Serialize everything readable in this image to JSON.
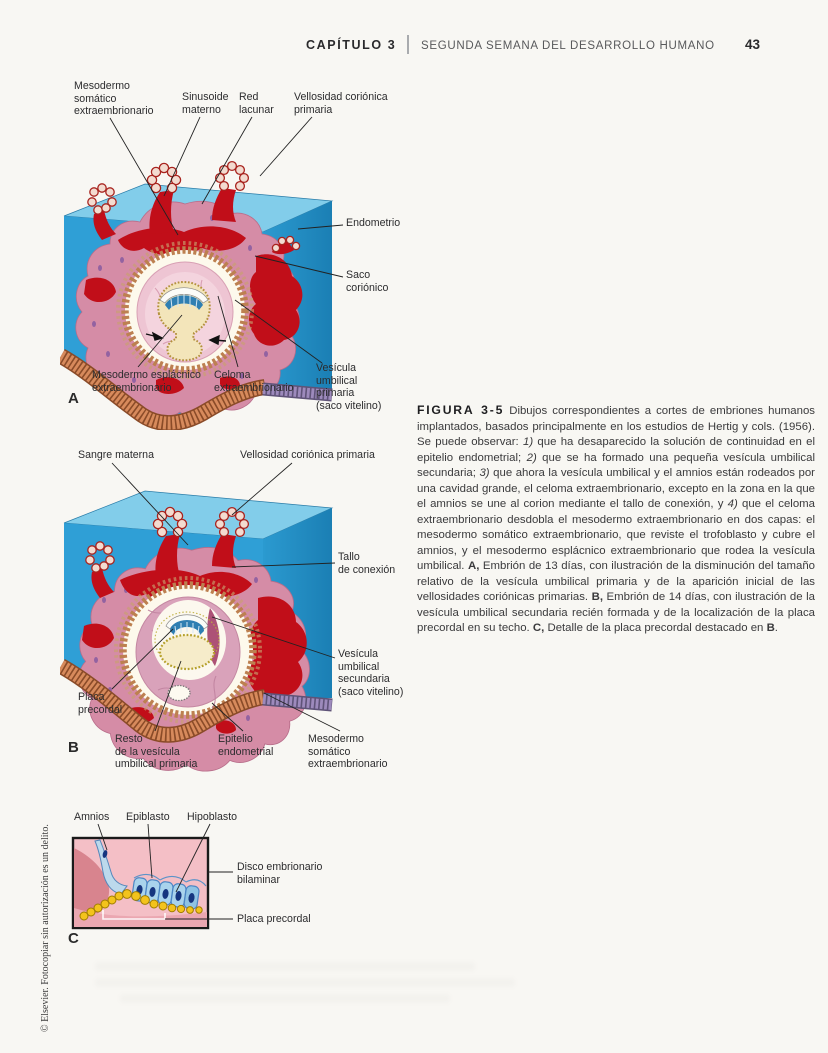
{
  "header": {
    "chapter": "CAPÍTULO 3",
    "title": "SEGUNDA SEMANA DEL DESARROLLO HUMANO",
    "page_number": "43"
  },
  "figure_a": {
    "letter": "A",
    "labels": {
      "mesodermo_somatico": "Mesodermo\nsomático\nextraembrionario",
      "sinusoide_materno": "Sinusoide\nmaterno",
      "red_lacunar": "Red\nlacunar",
      "vellosidad_corionica": "Vellosidad coriónica\nprimaria",
      "endometrio": "Endometrio",
      "saco_corionico": "Saco\ncoriónico",
      "mesodermo_esplacnico": "Mesodermo esplácnico\nextraembrionario",
      "celoma": "Celoma\nextraembrionario",
      "vesicula_primaria": "Vesícula\numbilical\nprimaria\n(saco vitelino)"
    }
  },
  "figure_b": {
    "letter": "B",
    "labels": {
      "sangre_materna": "Sangre materna",
      "vellosidad_corionica": "Vellosidad coriónica primaria",
      "tallo_conexion": "Tallo\nde conexión",
      "vesicula_secundaria": "Vesícula\numbilical\nsecundaria\n(saco vitelino)",
      "placa_precordal": "Placa\nprecordal",
      "resto_vesicula": "Resto\nde la vesícula\numbilical primaria",
      "epitelio_endometrial": "Epitelio\nendometrial",
      "mesodermo_somatico": "Mesodermo\nsomático\nextraembrionario"
    }
  },
  "figure_c": {
    "letter": "C",
    "labels": {
      "amnios": "Amnios",
      "epiblasto": "Epiblasto",
      "hipoblasto": "Hipoblasto",
      "disco_embrionario": "Disco embrionario\nbilaminar",
      "placa_precordal": "Placa precordal"
    }
  },
  "caption": {
    "segments": [
      {
        "text": "FIGURA 3-5",
        "style": "title"
      },
      {
        "text": "   Dibujos correspondientes a cortes de embriones humanos implantados, basados principalmente en los estudios de Hertig y cols. (1956). Se puede observar: ",
        "style": "normal"
      },
      {
        "text": "1)",
        "style": "italic"
      },
      {
        "text": " que ha desaparecido la solución de continuidad en el epitelio endometrial; ",
        "style": "normal"
      },
      {
        "text": "2)",
        "style": "italic"
      },
      {
        "text": " que se ha formado una pequeña vesícula umbilical secundaria; ",
        "style": "normal"
      },
      {
        "text": "3)",
        "style": "italic"
      },
      {
        "text": " que ahora la vesícula umbilical y el amnios están rodeados por una cavidad grande, el celoma extraembrionario, excepto en la zona en la que el amnios se une al corion mediante el tallo de conexión, y ",
        "style": "normal"
      },
      {
        "text": "4)",
        "style": "italic"
      },
      {
        "text": " que el celoma extraembrionario desdobla el mesodermo extraembrionario en dos capas: el mesodermo somático extraembrionario, que reviste el trofoblasto y cubre el amnios, y el mesodermo esplácnico extraembrionario que rodea la vesícula umbilical. ",
        "style": "normal"
      },
      {
        "text": "A,",
        "style": "bold"
      },
      {
        "text": " Embrión de 13 días, con ilustración de la disminución del tamaño relativo de la vesícula umbilical primaria y de la aparición inicial de las vellosidades coriónicas primarias. ",
        "style": "normal"
      },
      {
        "text": "B,",
        "style": "bold"
      },
      {
        "text": " Embrión de 14 días, con ilustración de la vesícula umbilical secundaria recién formada y de la localización de la placa precordal en su techo. ",
        "style": "normal"
      },
      {
        "text": "C,",
        "style": "bold"
      },
      {
        "text": " Detalle de la placa precordal destacado en ",
        "style": "normal"
      },
      {
        "text": "B",
        "style": "bold"
      },
      {
        "text": ".",
        "style": "normal"
      }
    ]
  },
  "copyright_note": "© Elsevier. Fotocopiar sin autorización es un delito.",
  "colors": {
    "block_front": "#2f9fd6",
    "block_top": "#82cdea",
    "block_right": "#2190c6",
    "blood_red": "#c10e19",
    "tissue_pink": "#d58ca6",
    "epithelium_orange": "#d78a5c",
    "vesicle_cream": "#f3e5ba",
    "amnion_blue": "#2f7fb2"
  }
}
